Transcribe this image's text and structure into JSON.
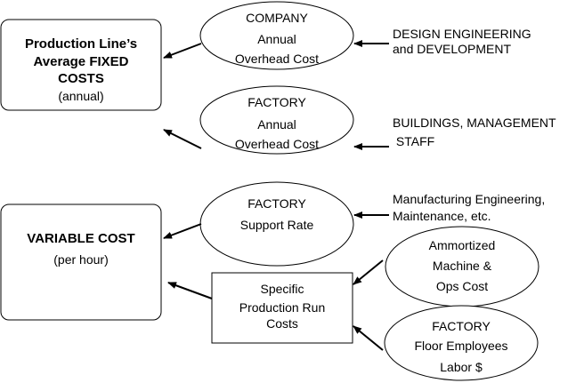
{
  "fixed_costs": {
    "box_lines": [
      "Production Line’s",
      "Average FIXED",
      "COSTS",
      "(annual)"
    ],
    "company_ellipse": [
      "COMPANY",
      "Annual",
      "Overhead Cost"
    ],
    "company_source": [
      "DESIGN ENGINEERING",
      "and DEVELOPMENT"
    ],
    "factory_ellipse": [
      "FACTORY",
      "Annual",
      "Overhead Cost"
    ],
    "factory_source": [
      "BUILDINGS, MANAGEMENT",
      " STAFF"
    ]
  },
  "variable_costs": {
    "box_lines": [
      "VARIABLE COST",
      "(per hour)"
    ],
    "support_ellipse": [
      "FACTORY",
      "Support Rate"
    ],
    "support_source": [
      "Manufacturing Engineering,",
      "Maintenance, etc."
    ],
    "run_box": [
      "Specific",
      "Production Run",
      "Costs"
    ],
    "machine_ellipse": [
      "Ammortized",
      "Machine &",
      "Ops Cost"
    ],
    "labor_ellipse": [
      "FACTORY",
      "Floor Employees",
      "Labor $"
    ]
  }
}
